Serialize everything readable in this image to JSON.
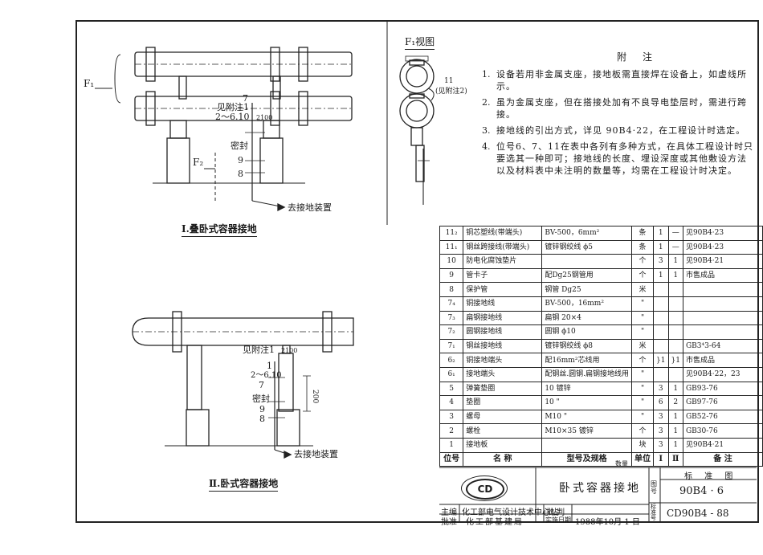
{
  "view1": {
    "caption": "Ⅰ.叠卧式容器接地",
    "f1": "F₁",
    "f2": "F₂",
    "callouts": [
      "7",
      "见附注1",
      "2～6.10",
      "2100",
      "密封",
      "9",
      "8"
    ],
    "to_ground": "去接地装置"
  },
  "view2": {
    "caption": "Ⅱ.卧式容器接地",
    "callouts": [
      "见附注1",
      "2100",
      "1",
      "2～6.10",
      "7",
      "密封",
      "9",
      "8",
      "200"
    ],
    "to_ground": "去接地装置"
  },
  "view3": {
    "caption": "F₁视图",
    "callouts": [
      "11",
      "(见附注2)"
    ]
  },
  "notes": {
    "title": "附注",
    "items": [
      {
        "n": "1.",
        "text": "设备若用非金属支座，接地板需直接焊在设备上，如虚线所示。"
      },
      {
        "n": "2.",
        "text": "虽为金属支座，但在搭接处加有不良导电垫层时，需进行跨接。"
      },
      {
        "n": "3.",
        "text": "接地线的引出方式，详见 90B4·22，在工程设计时选定。"
      },
      {
        "n": "4.",
        "text": "位号6、7、11在表中各列有多种方式，在具体工程设计时只要选其一种即可；接地线的长度、埋设深度或其他敷设方法以及材料表中未注明的数量等，均需在工程设计时决定。"
      }
    ]
  },
  "bom": {
    "rows": [
      [
        "11₂",
        "铜芯塑线(带端头)",
        "BV-500，6mm²",
        "条",
        "1",
        "—",
        "见90B4·23"
      ],
      [
        "11₁",
        "钢丝跨接线(带端头)",
        "镀锌钢绞线 ϕ5",
        "条",
        "1",
        "—",
        "见90B4·23"
      ],
      [
        "10",
        "防电化腐蚀垫片",
        "",
        "个",
        "3",
        "1",
        "见90B4·21"
      ],
      [
        "9",
        "管卡子",
        "配Dg25钢管用",
        "个",
        "1",
        "1",
        "市售成品"
      ],
      [
        "8",
        "保护管",
        "钢管 Dg25",
        "米",
        "",
        "",
        ""
      ],
      [
        "7₄",
        "铜接地线",
        "BV-500，16mm²",
        "\"",
        "",
        "",
        ""
      ],
      [
        "7₃",
        "扁钢接地线",
        "扁钢 20×4",
        "\"",
        "",
        "",
        ""
      ],
      [
        "7₂",
        "圆钢接地线",
        "圆钢 ϕ10",
        "\"",
        "",
        "",
        ""
      ],
      [
        "7₁",
        "钢丝接地线",
        "镀锌钢绞线 ϕ8",
        "米",
        "",
        "",
        "GB3⁴3-64"
      ],
      [
        "6₂",
        "铜接地端头",
        "配16mm²芯线用",
        "个",
        "}1",
        "}1",
        "市售成品"
      ],
      [
        "6₁",
        "接地端头",
        "配钢丝.圆钢.扁钢接地线用",
        "\"",
        "",
        "",
        "见90B4·22，23"
      ],
      [
        "5",
        "弹簧垫圈",
        "10        镀锌",
        "\"",
        "3",
        "1",
        "GB93-76"
      ],
      [
        "4",
        "垫圈",
        "10          \"",
        "\"",
        "6",
        "2",
        "GB97-76"
      ],
      [
        "3",
        "螺母",
        "M10         \"",
        "\"",
        "3",
        "1",
        "GB52-76"
      ],
      [
        "2",
        "螺栓",
        "M10×35    镀锌",
        "个",
        "3",
        "1",
        "GB30-76"
      ],
      [
        "1",
        "接地板",
        "",
        "块",
        "3",
        "1",
        "见90B4·21"
      ]
    ],
    "header": [
      "位号",
      "名        称",
      "型号及规格",
      "单位",
      "Ⅰ",
      "Ⅱ",
      "备        注"
    ],
    "qty_label": "数量"
  },
  "title_block": {
    "logo": "CD",
    "drawing_title": "卧式容器接地",
    "std_label": "标  准  图",
    "fig_no_label": "图号",
    "fig_no": "90B4 · 6",
    "std_no_label": "标准号",
    "std_no": "CD90B4 - 88",
    "compiler_label": "主编",
    "compiler": "化工部电气设计技术中心站",
    "approver_label": "批准",
    "approver": "化工部基建局",
    "approve_role": "批  判",
    "date_label": "实施日期",
    "date": "1988年10月 1 日"
  }
}
